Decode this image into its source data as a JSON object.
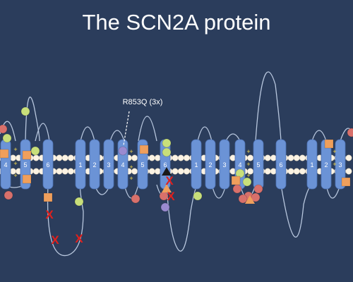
{
  "slide": {
    "title": "The SCN2A protein",
    "annotation": "R853Q (3x)"
  },
  "colors": {
    "background": "#2b3d5c",
    "helix": "#6b93d6",
    "membrane_head": "#fbf3e4",
    "loop": "#b8c7de",
    "variant_green": "#c8df7a",
    "variant_red": "#d8706b",
    "variant_purple": "#9a8ad0",
    "variant_orange": "#ef9f5c",
    "mark_x": "#e0201c",
    "charge_plus": "#ffe14a",
    "text": "#ffffff"
  },
  "domains": [
    {
      "name": "domain-1",
      "helix_labels": [
        "4",
        "5",
        "6"
      ]
    },
    {
      "name": "domain-2",
      "helix_labels": [
        "1",
        "2",
        "3",
        "4",
        "5",
        "6"
      ]
    },
    {
      "name": "domain-3",
      "helix_labels": [
        "1",
        "2",
        "3",
        "4",
        "5",
        "6"
      ]
    },
    {
      "name": "domain-4",
      "helix_labels": [
        "1",
        "2",
        "3"
      ]
    }
  ],
  "legend_markers": {
    "charge_symbol": "+",
    "stop_symbol": "X"
  }
}
